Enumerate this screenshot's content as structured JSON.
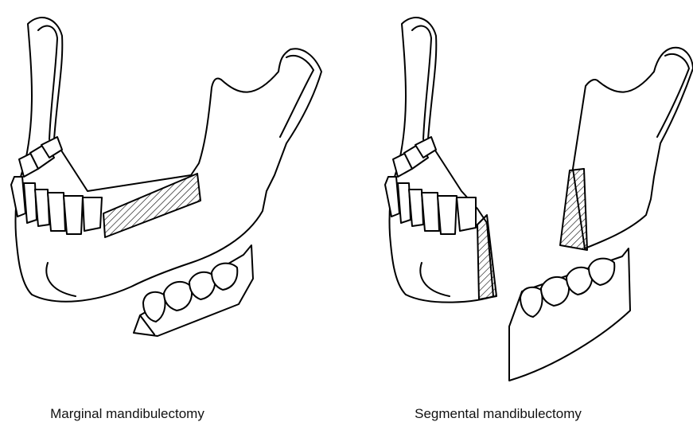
{
  "figure": {
    "panels": [
      {
        "id": "marginal",
        "caption": "Marginal mandibulectomy"
      },
      {
        "id": "segmental",
        "caption": "Segmental mandibulectomy"
      }
    ],
    "colors": {
      "ink": "#000000",
      "background": "#ffffff"
    }
  }
}
